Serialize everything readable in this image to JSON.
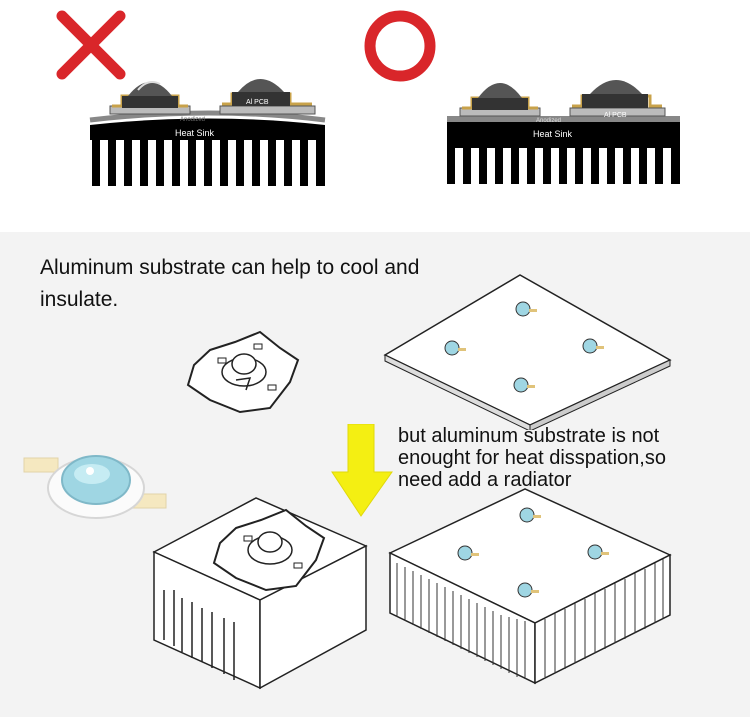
{
  "top": {
    "wrong_label": "Anodized",
    "right_label": "Anodized",
    "pcb_label": "Al PCB",
    "heat_sink_label": "Heat Sink",
    "wrong_color": "#d9262a",
    "right_color": "#d9262a"
  },
  "captions": {
    "cool": "Aluminum substrate can help to cool and insulate.",
    "radiator_line1": "but aluminum substrate is not",
    "radiator_line2": " enought for heat disspation,so",
    "radiator_line3": " need add a radiator"
  },
  "arrow_color": "#f4ef12",
  "led_lens_color": "#9fd6e3"
}
